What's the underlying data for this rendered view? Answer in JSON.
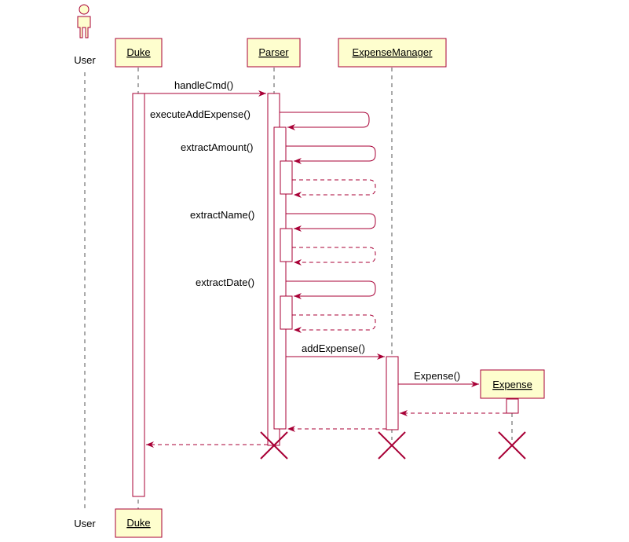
{
  "actors": {
    "user_top": "User",
    "user_bottom": "User"
  },
  "participants": {
    "duke": "Duke",
    "parser": "Parser",
    "expense_manager": "ExpenseManager",
    "expense": "Expense",
    "duke_bottom": "Duke"
  },
  "messages": {
    "handle_cmd": "handleCmd()",
    "execute_add_expense": "executeAddExpense()",
    "extract_amount": "extractAmount()",
    "extract_name": "extractName()",
    "extract_date": "extractDate()",
    "add_expense": "addExpense()",
    "expense_ctor": "Expense()"
  },
  "colors": {
    "participant_fill": "#fefece",
    "border": "#a80036",
    "line": "#a80036",
    "lifeline": "#555555",
    "text": "#000000"
  }
}
